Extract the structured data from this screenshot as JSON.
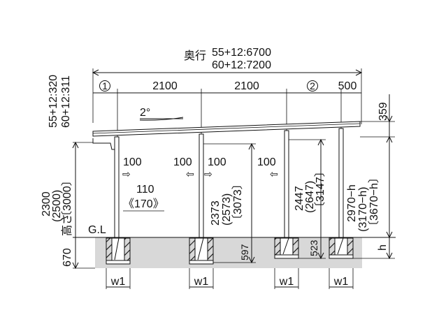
{
  "depth": {
    "label": "奥行",
    "line1": "55+12:6700",
    "line2": "60+12:7200"
  },
  "spans": {
    "marker1": "1",
    "marker2": "2",
    "span1": "2100",
    "span2": "2100",
    "span3": "500"
  },
  "slope": "2°",
  "left_height": {
    "line1": "55+12:320",
    "line2": "60+12:311"
  },
  "right_height": "359",
  "height_label": {
    "title": "高さ",
    "v1": "2300",
    "v2": "(2500)",
    "v3": "〔3000〕"
  },
  "offsets": {
    "a": "100",
    "b": "100",
    "c": "100",
    "d": "100"
  },
  "eave": {
    "v1": "110",
    "v2": "《170》"
  },
  "post2_height": {
    "v1": "2373",
    "v2": "(2573)",
    "v3": "〔3073〕"
  },
  "post3_height": {
    "v1": "2447",
    "v2": "(2647)",
    "v3": "〔3147〕"
  },
  "post4_height": {
    "v1": "2970−h",
    "v2": "(3170−h)",
    "v3": "〔3670−h〕"
  },
  "ground": {
    "gl": "G.L",
    "depth": "670",
    "d597": "597",
    "d523": "523",
    "h": "h"
  },
  "footings": {
    "w1": "w1",
    "w2": "w1",
    "w3": "w1",
    "w4": "w1"
  }
}
